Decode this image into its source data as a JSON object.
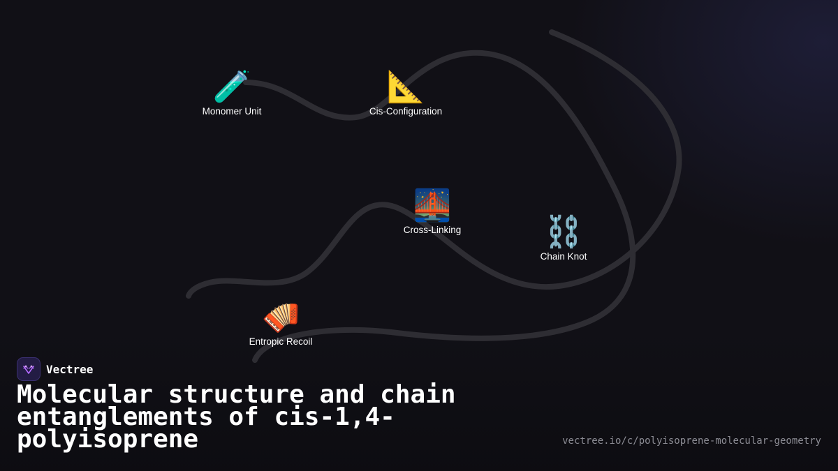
{
  "nodes": [
    {
      "id": "monomer",
      "icon": "🧪",
      "icon_name": "test-tube-icon",
      "label": "Monomer Unit"
    },
    {
      "id": "cis",
      "icon": "📐",
      "icon_name": "triangle-ruler-icon",
      "label": "Cis-Configuration"
    },
    {
      "id": "crosslink",
      "icon": "🌉",
      "icon_name": "bridge-icon",
      "label": "Cross-Linking"
    },
    {
      "id": "knot",
      "icon": "⛓️",
      "icon_name": "chain-icon",
      "label": "Chain Knot"
    },
    {
      "id": "recoil",
      "icon": "🪗",
      "icon_name": "accordion-icon",
      "label": "Entropic Recoil"
    }
  ],
  "brand": {
    "name": "Vectree"
  },
  "title": "Molecular structure and chain entanglements of cis-1,4-polyisoprene",
  "url": "vectree.io/c/polyisoprene-molecular-geometry",
  "colors": {
    "background": "#111016",
    "curve": "#2e2d33",
    "text": "#ffffff",
    "url": "#8c8c94",
    "logo_bg": "#231c44",
    "logo_accent": "#b46bff"
  }
}
